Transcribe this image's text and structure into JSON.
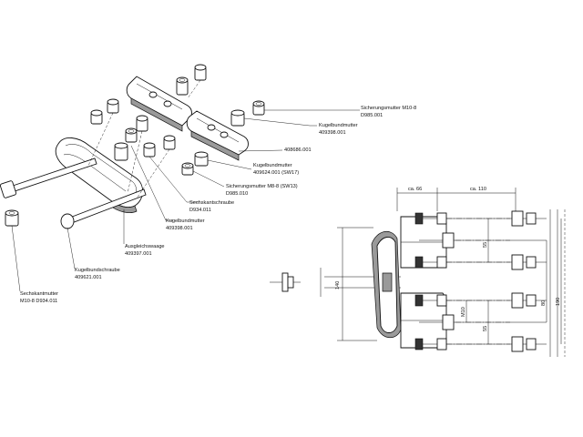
{
  "labels": {
    "sicherungsmutter_m10": {
      "name": "Sicherungsmutter M10-8",
      "code": "D985.001"
    },
    "kugelbundmutter_top": {
      "name": "Kugelbundmutter",
      "code": "409398.001"
    },
    "part_408686": {
      "code": "408686.001"
    },
    "kugelbundmutter_sw17": {
      "name": "Kugelbundmutter",
      "code": "409624.001 (SW17)"
    },
    "sicherungsmutter_m8": {
      "name": "Sicherungsmutter M8-8 (SW13)",
      "code": "D985.010"
    },
    "sechskantschraube": {
      "name": "Sechskantschraube",
      "code": "D934.011"
    },
    "kugelbundmutter_mid": {
      "name": "Kugelbundmutter",
      "code": "409398.001"
    },
    "ausgleichswaage": {
      "name": "Ausgleichswaage",
      "code": "409397.001"
    },
    "kugelbundschraube": {
      "name": "Kugelbundschraube",
      "code": "409621.001"
    },
    "sechskantmutter": {
      "name": "Sechskantmutter",
      "code": "M10-8 D934.011"
    }
  },
  "dimensions": {
    "ca66": "ca. 66",
    "ca110": "ca. 110",
    "d140": "140",
    "d55a": "55",
    "d55b": "55",
    "m10": "M10",
    "d80": "80",
    "d190": "190"
  },
  "icons": [
    "exploded-view-icon",
    "assembly-drawing-icon"
  ]
}
